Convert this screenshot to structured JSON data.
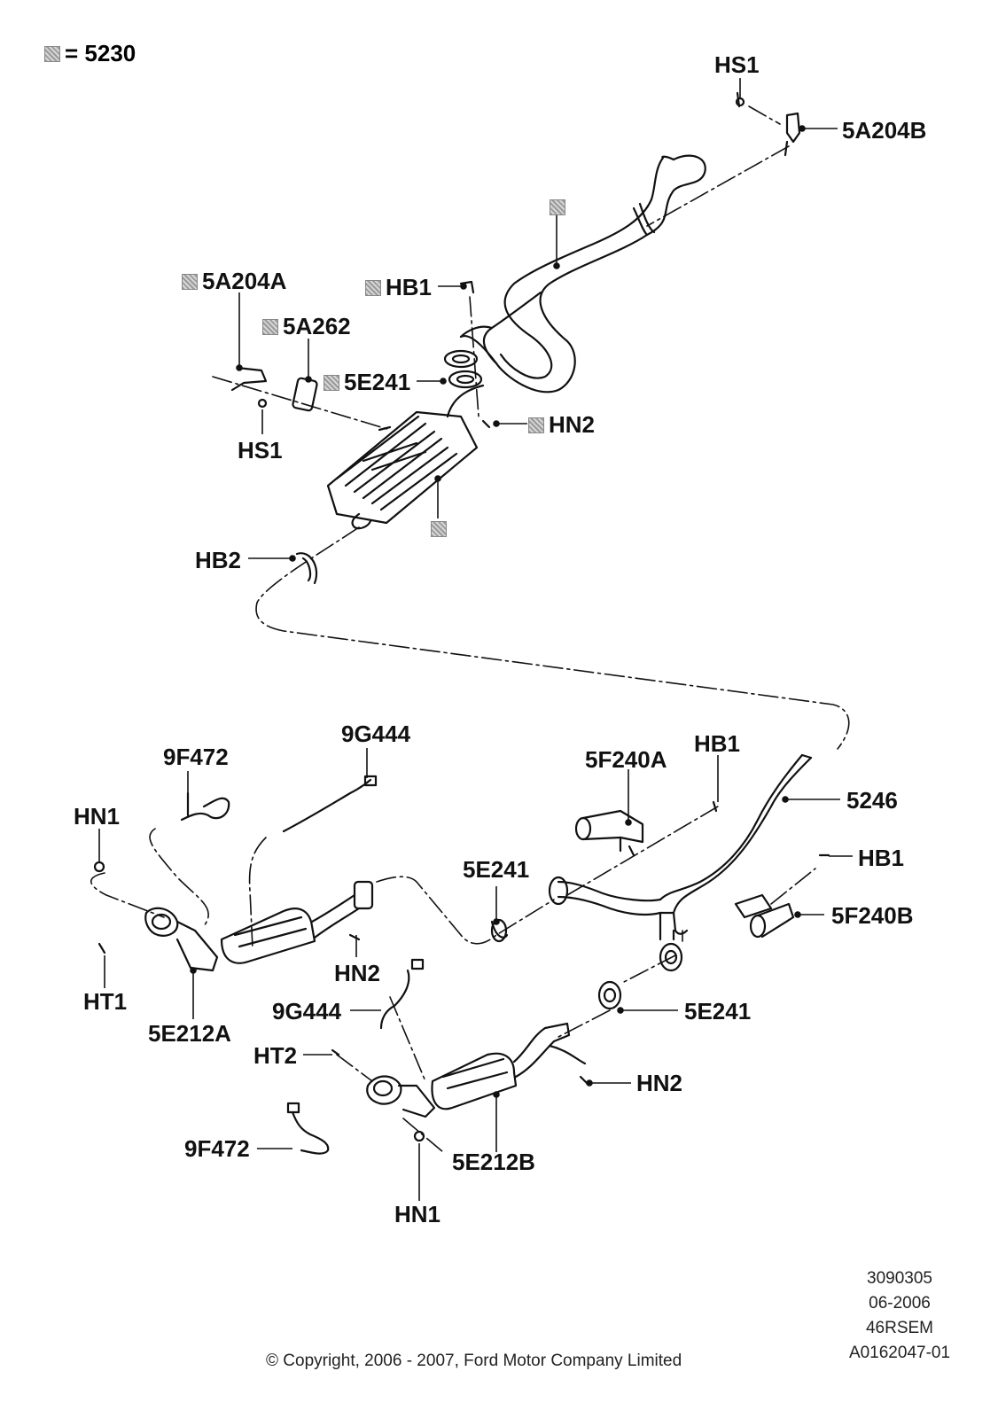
{
  "legend": {
    "equals": "=",
    "code": "5230"
  },
  "labels": {
    "hs1_top": "HS1",
    "a204b": "5A204B",
    "a204a": "5A204A",
    "hb1_top": "HB1",
    "a262": "5A262",
    "e241_top": "5E241",
    "hn2_top": "HN2",
    "hs1_mid": "HS1",
    "hb2": "HB2",
    "g444_a": "9G444",
    "f472_a": "9F472",
    "f240a": "5F240A",
    "hb1_mid": "HB1",
    "p5246": "5246",
    "hn1_a": "HN1",
    "hb1_right": "HB1",
    "e241_mid": "5E241",
    "f240b": "5F240B",
    "ht1": "HT1",
    "hn2_mid": "HN2",
    "e212a": "5E212A",
    "g444_b": "9G444",
    "e241_low": "5E241",
    "ht2": "HT2",
    "hn2_low": "HN2",
    "f472_b": "9F472",
    "e212b": "5E212B",
    "hn1_b": "HN1"
  },
  "footer": {
    "code1": "3090305",
    "date": "06-2006",
    "model": "46RSEM",
    "ref": "A0162047-01",
    "copyright": "© Copyright, 2006 - 2007, Ford Motor Company Limited"
  }
}
